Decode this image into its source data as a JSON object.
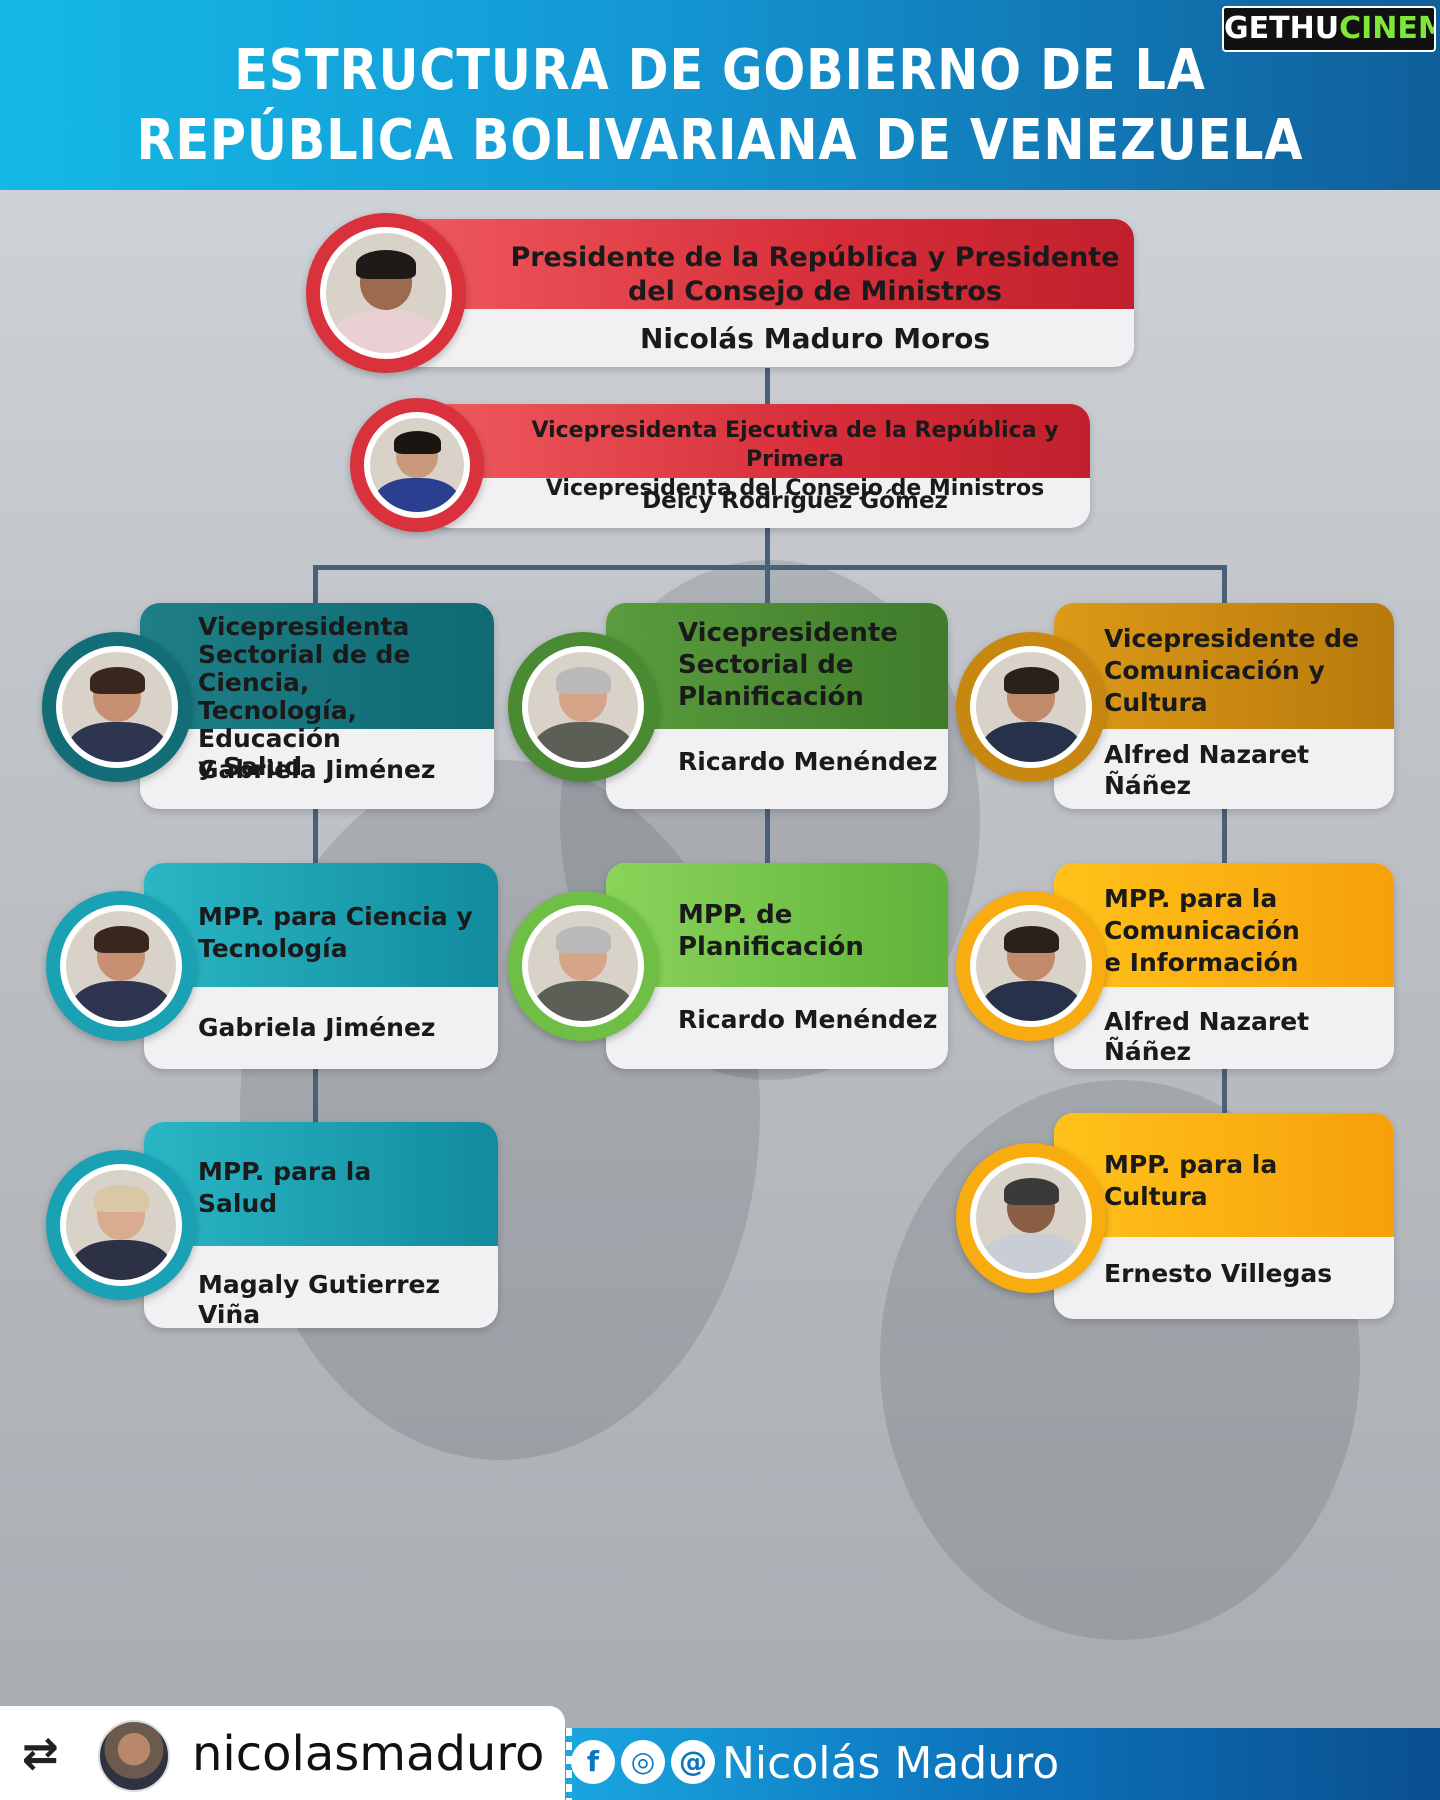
{
  "header": {
    "title_line1": "ESTRUCTURA DE GOBIERNO DE LA",
    "title_line2": "REPÚBLICA BOLIVARIANA DE VENEZUELA"
  },
  "watermark": {
    "part1": "GETHU",
    "part2": "CINEMA"
  },
  "president": {
    "role_line1": "Presidente de la República y Presidente",
    "role_line2": "del Consejo de Ministros",
    "name": "Nicolás Maduro Moros"
  },
  "vice_president": {
    "role_line1": "Vicepresidenta Ejecutiva de la República y Primera",
    "role_line2": "Vicepresidenta del Consejo de Ministros",
    "name": "Delcy Rodríguez Gómez"
  },
  "columns": [
    {
      "sector": {
        "role_lines": [
          "Vicepresidenta",
          "Sectorial de de Ciencia,",
          "Tecnología, Educación",
          "y Salud"
        ],
        "name_lines": [
          "Gabriela Jiménez"
        ]
      },
      "ministries": [
        {
          "role_lines": [
            "MPP. para Ciencia y",
            "Tecnología"
          ],
          "name_lines": [
            "Gabriela Jiménez"
          ]
        },
        {
          "role_lines": [
            "MPP. para la",
            "Salud"
          ],
          "name_lines": [
            "Magaly Gutierrez Viña"
          ]
        }
      ]
    },
    {
      "sector": {
        "role_lines": [
          "Vicepresidente",
          "Sectorial de",
          "Planificación"
        ],
        "name_lines": [
          "Ricardo Menéndez"
        ]
      },
      "ministries": [
        {
          "role_lines": [
            "MPP. de",
            "Planificación"
          ],
          "name_lines": [
            "Ricardo Menéndez"
          ]
        }
      ]
    },
    {
      "sector": {
        "role_lines": [
          "Vicepresidente de",
          "Comunicación y",
          "Cultura"
        ],
        "name_lines": [
          "Alfred Nazaret",
          "Ñáñez"
        ]
      },
      "ministries": [
        {
          "role_lines": [
            "MPP. para la",
            "Comunicación",
            "e Información"
          ],
          "name_lines": [
            "Alfred Nazaret Ñáñez"
          ]
        },
        {
          "role_lines": [
            "MPP. para la",
            "Cultura"
          ],
          "name_lines": [
            "Ernesto Villegas"
          ]
        }
      ]
    }
  ],
  "footer": {
    "username": "nicolasmaduro",
    "social_brand": "Nicolás Maduro",
    "icons": [
      "repost-icon",
      "facebook-icon",
      "instagram-icon",
      "threads-icon"
    ],
    "facebook_glyph": "f",
    "instagram_glyph": "◎",
    "threads_glyph": "@",
    "repost_glyph": "⇄"
  },
  "colors": {
    "header_start": "#14b9e6",
    "header_end": "#0f5f9a",
    "president": "#d62d39",
    "sector_science": "#0f6a72",
    "sector_planning": "#3f7b2a",
    "sector_communication": "#b8790c",
    "ministry_science": "#118b9d",
    "ministry_planning": "#5fb23a",
    "ministry_communication": "#f6a00a",
    "connector": "#4a5f78"
  }
}
